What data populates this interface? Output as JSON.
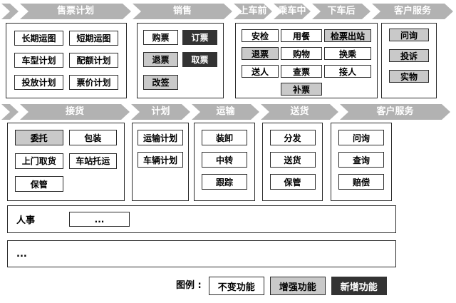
{
  "colors": {
    "arrow_gray": "#b2b2b2",
    "enhanced_gray": "#c9c9c9",
    "new_black": "#333333",
    "unchanged_white": "#ffffff",
    "border": "#2b2b2b"
  },
  "band1": {
    "headers": [
      {
        "label": "售票计划"
      },
      {
        "label": "销售"
      },
      {
        "label": "上车前"
      },
      {
        "label": "乘车中"
      },
      {
        "label": "下车后"
      },
      {
        "label": "客户服务"
      }
    ],
    "ticket_plan": {
      "items": [
        {
          "label": "长期运图",
          "type": "unchanged"
        },
        {
          "label": "短期运图",
          "type": "unchanged"
        },
        {
          "label": "车型计划",
          "type": "unchanged"
        },
        {
          "label": "配额计划",
          "type": "unchanged"
        },
        {
          "label": "投放计划",
          "type": "unchanged"
        },
        {
          "label": "票价计划",
          "type": "unchanged"
        }
      ]
    },
    "sales": {
      "items": [
        {
          "label": "购票",
          "type": "unchanged"
        },
        {
          "label": "订票",
          "type": "new"
        },
        {
          "label": "退票",
          "type": "enhanced"
        },
        {
          "label": "取票",
          "type": "new"
        },
        {
          "label": "改签",
          "type": "enhanced"
        }
      ]
    },
    "journey": {
      "before_boarding": [
        {
          "label": "安检",
          "type": "unchanged"
        },
        {
          "label": "退票",
          "type": "enhanced"
        },
        {
          "label": "送人",
          "type": "unchanged"
        }
      ],
      "on_train": [
        {
          "label": "用餐",
          "type": "unchanged"
        },
        {
          "label": "购物",
          "type": "unchanged"
        },
        {
          "label": "查票",
          "type": "unchanged"
        },
        {
          "label": "补票",
          "type": "enhanced"
        }
      ],
      "after_alighting": [
        {
          "label": "检票出站",
          "type": "enhanced"
        },
        {
          "label": "换乘",
          "type": "unchanged"
        },
        {
          "label": "接人",
          "type": "unchanged"
        }
      ]
    },
    "customer_service": {
      "items": [
        {
          "label": "问询",
          "type": "enhanced"
        },
        {
          "label": "投诉",
          "type": "enhanced"
        },
        {
          "label": "实物",
          "type": "enhanced"
        }
      ]
    }
  },
  "band2": {
    "headers": [
      {
        "label": "接货"
      },
      {
        "label": "计划"
      },
      {
        "label": "运输"
      },
      {
        "label": "送货"
      },
      {
        "label": "客户服务"
      }
    ],
    "pickup": {
      "items": [
        {
          "label": "委托",
          "type": "enhanced"
        },
        {
          "label": "包装",
          "type": "unchanged"
        },
        {
          "label": "上门取货",
          "type": "unchanged"
        },
        {
          "label": "车站托运",
          "type": "unchanged"
        },
        {
          "label": "保管",
          "type": "unchanged"
        }
      ]
    },
    "planning": {
      "items": [
        {
          "label": "运输计划",
          "type": "unchanged"
        },
        {
          "label": "车辆计划",
          "type": "unchanged"
        }
      ]
    },
    "transport": {
      "items": [
        {
          "label": "装卸",
          "type": "unchanged"
        },
        {
          "label": "中转",
          "type": "unchanged"
        },
        {
          "label": "跟踪",
          "type": "unchanged"
        }
      ]
    },
    "delivery": {
      "items": [
        {
          "label": "分发",
          "type": "unchanged"
        },
        {
          "label": "送货",
          "type": "unchanged"
        },
        {
          "label": "保管",
          "type": "unchanged"
        }
      ]
    },
    "customer_service": {
      "items": [
        {
          "label": "问询",
          "type": "unchanged"
        },
        {
          "label": "查询",
          "type": "unchanged"
        },
        {
          "label": "赔偿",
          "type": "unchanged"
        }
      ]
    }
  },
  "band3": {
    "label": "人事",
    "more": "..."
  },
  "band4": {
    "more": "..."
  },
  "legend": {
    "title": "图例 :",
    "items": [
      {
        "label": "不变功能",
        "type": "unchanged"
      },
      {
        "label": "增强功能",
        "type": "enhanced"
      },
      {
        "label": "新增功能",
        "type": "new"
      }
    ]
  }
}
